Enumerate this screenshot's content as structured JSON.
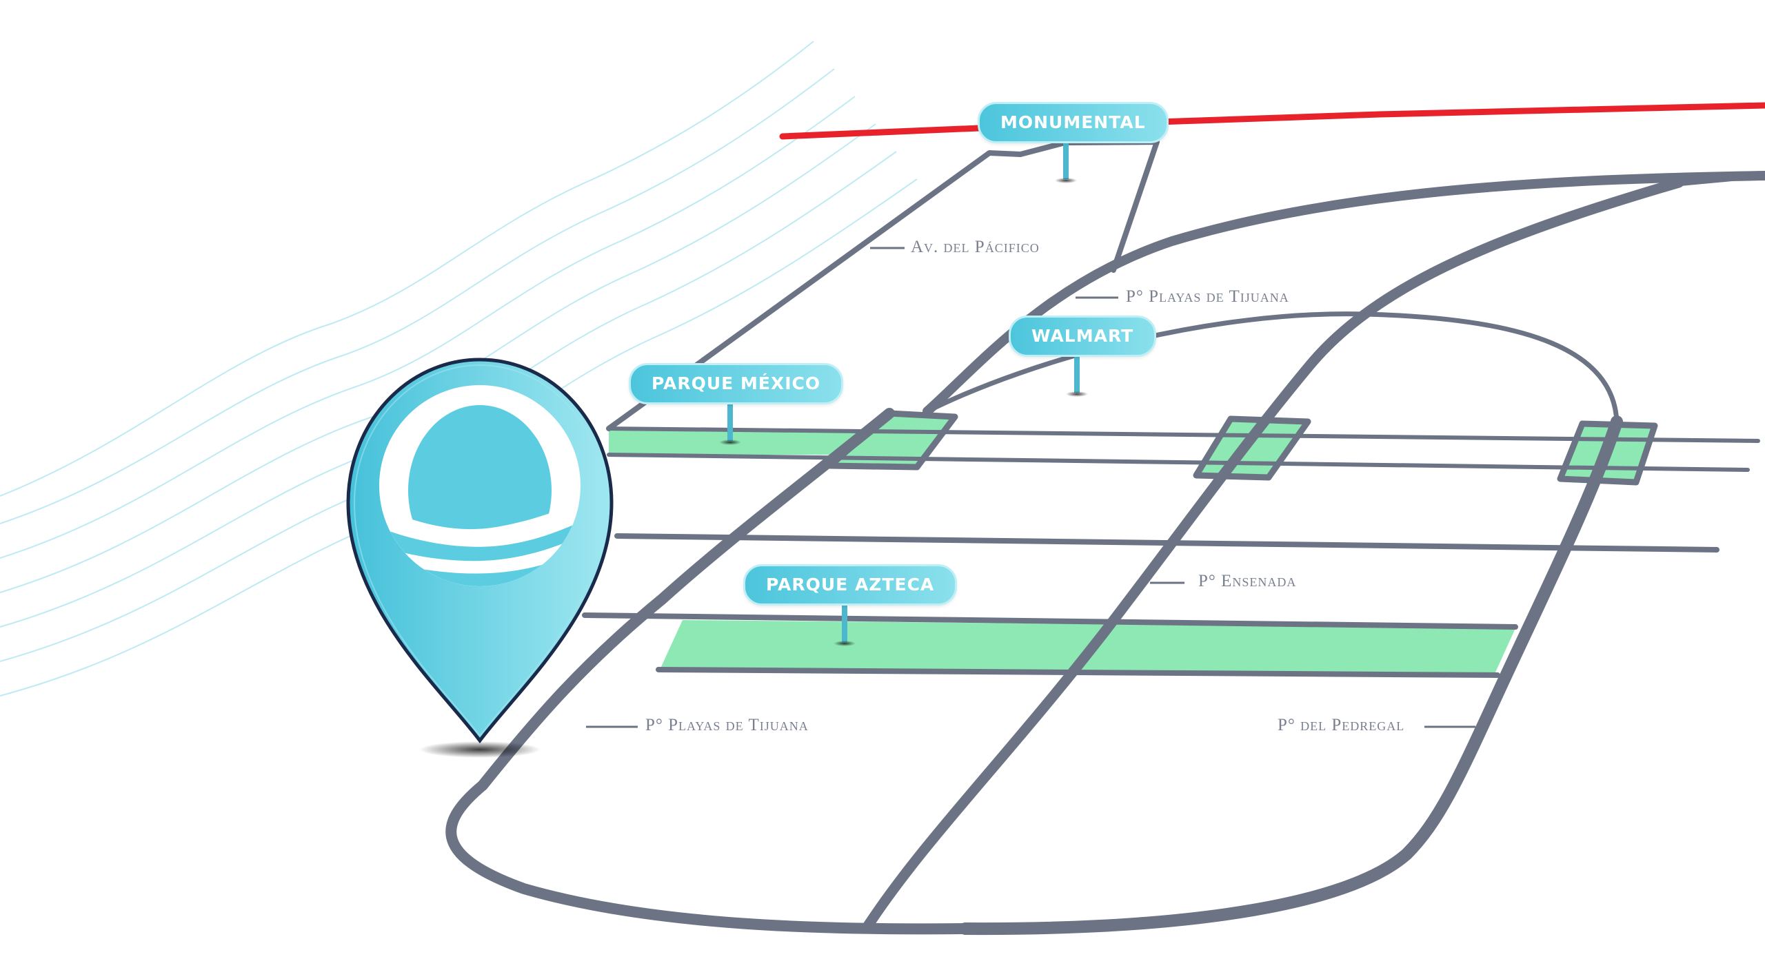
{
  "colors": {
    "road": "#6b7385",
    "park": "#8de8b4",
    "highlight_road": "#e8222b",
    "pin_fill": "#5ccfe1",
    "pin_outline": "#1a2a4a",
    "sign_bg": "#56c9de",
    "street_text": "#7a8090"
  },
  "places": {
    "monumental": "MONUMENTAL",
    "walmart": "WALMART",
    "parque_mexico": "PARQUE MÉXICO",
    "parque_azteca": "PARQUE AZTECA"
  },
  "streets": {
    "av_pacifico": "Av. del Pácifico",
    "playas_tijuana_top": "P° Playas de Tijuana",
    "ensenada": "P° Ensenada",
    "playas_tijuana_bottom": "P° Playas de Tijuana",
    "pedregal": "P° del Pedregal"
  },
  "icons": {
    "location_pin": "location-pin-icon",
    "wave_logo": "wave-logo-icon"
  }
}
